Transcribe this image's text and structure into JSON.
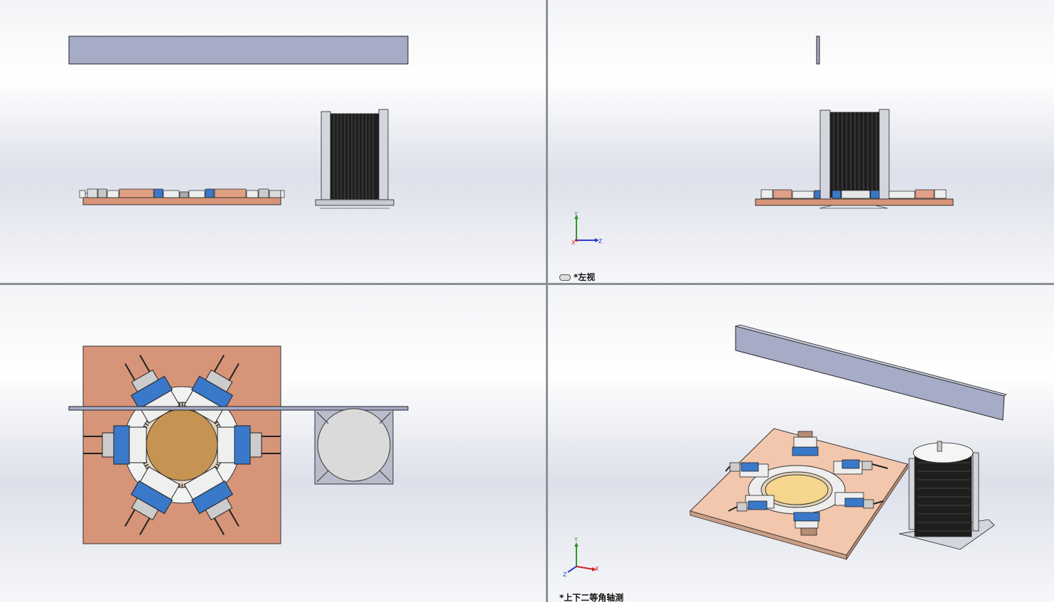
{
  "viewports": {
    "front": {
      "label": ""
    },
    "left": {
      "label": "*左视"
    },
    "top": {
      "label": ""
    },
    "iso": {
      "label": "*上下二等角轴测"
    }
  },
  "triad": {
    "x": "X",
    "y": "Y",
    "z": "Z"
  },
  "colors": {
    "bar": "#a6abc6",
    "plate": "#d69479",
    "plate_iso": "#f2c7ad",
    "gripper_blue": "#3a78c9",
    "wafer": "#c69452",
    "wafer_iso": "#f6d58c",
    "cassette_dark": "#1e1e1e"
  }
}
